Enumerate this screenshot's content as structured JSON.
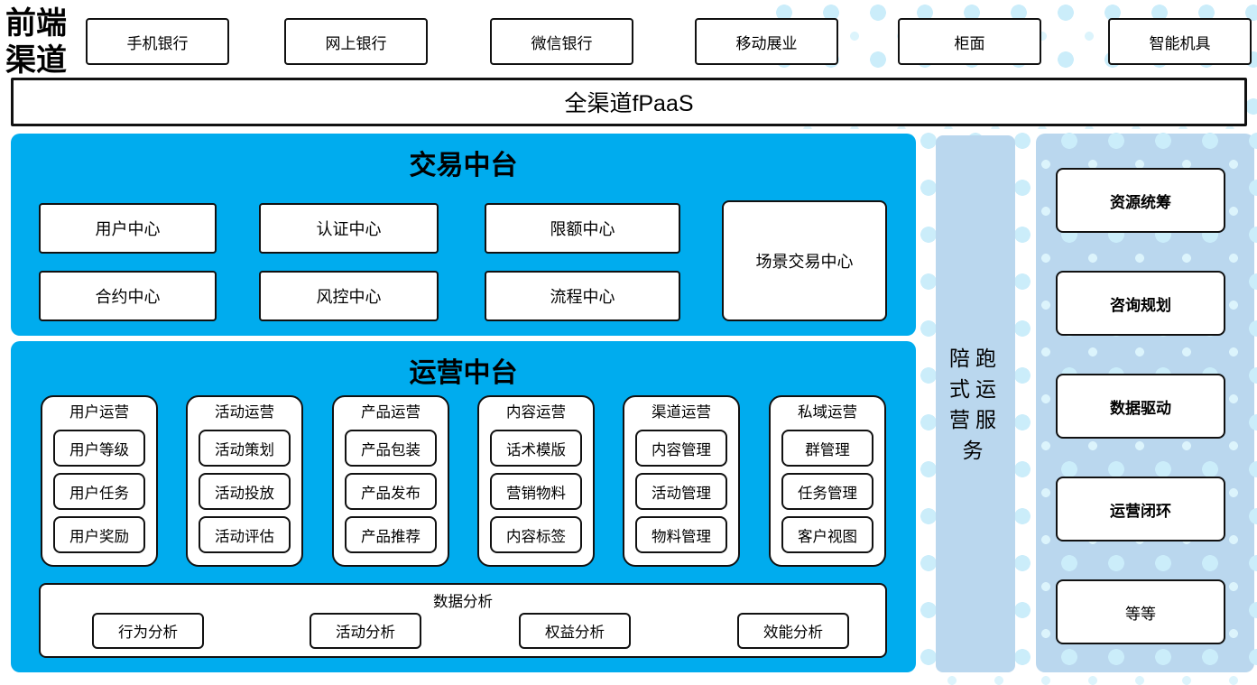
{
  "diagram": {
    "front_channels": {
      "label_line1": "前端",
      "label_line2": "渠道",
      "items": [
        "手机银行",
        "网上银行",
        "微信银行",
        "移动展业",
        "柜面",
        "智能机具"
      ]
    },
    "fpaas_bar": {
      "title": "全渠道fPaaS"
    },
    "trade_platform": {
      "title": "交易中台",
      "centers": [
        "用户中心",
        "认证中心",
        "限额中心",
        "合约中心",
        "风控中心",
        "流程中心"
      ],
      "scene_center": "场景交易中心"
    },
    "operation_platform": {
      "title": "运营中台",
      "columns": [
        {
          "title": "用户运营",
          "items": [
            "用户等级",
            "用户任务",
            "用户奖励"
          ]
        },
        {
          "title": "活动运营",
          "items": [
            "活动策划",
            "活动投放",
            "活动评估"
          ]
        },
        {
          "title": "产品运营",
          "items": [
            "产品包装",
            "产品发布",
            "产品推荐"
          ]
        },
        {
          "title": "内容运营",
          "items": [
            "话术模版",
            "营销物料",
            "内容标签"
          ]
        },
        {
          "title": "渠道运营",
          "items": [
            "内容管理",
            "活动管理",
            "物料管理"
          ]
        },
        {
          "title": "私域运营",
          "items": [
            "群管理",
            "任务管理",
            "客户视图"
          ]
        }
      ],
      "data_analysis": {
        "title": "数据分析",
        "items": [
          "行为分析",
          "活动分析",
          "权益分析",
          "效能分析"
        ]
      }
    },
    "side_service": {
      "label": "陪跑式运营服务"
    },
    "service_panel": {
      "items": [
        "资源统筹",
        "咨询规划",
        "数据驱动",
        "运营闭环",
        "等等"
      ]
    },
    "colors": {
      "primary_blue": "#00ACEE",
      "light_blue": "#BAD7EE",
      "dot_color": "#CBEDFA"
    }
  }
}
